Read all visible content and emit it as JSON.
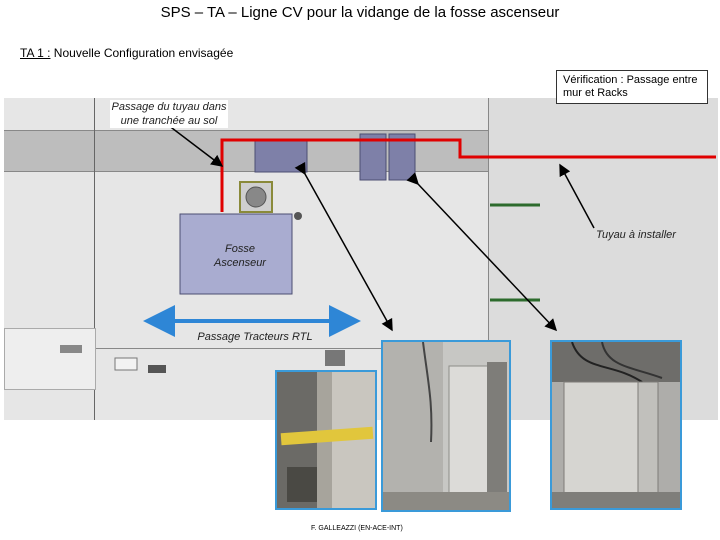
{
  "slide": {
    "title": "SPS – TA – Ligne CV pour la vidange de la fosse ascenseur",
    "subtitle_prefix": "TA 1 :",
    "subtitle_rest": " Nouvelle Configuration envisagée",
    "footer": "F. GALLEAZZI (EN-ACE-INT)"
  },
  "labels": {
    "passage_tuyau": "Passage du tuyau dans une tranchée au sol",
    "verification": "Vérification : Passage entre mur et Racks",
    "tuyau_installer": "Tuyau à installer",
    "fosse": "Fosse Ascenseur",
    "passage_tracteurs": "Passage Tracteurs RTL"
  },
  "colors": {
    "pipe": "#e00000",
    "tracteur_arrow": "#2e86d6",
    "photo_border": "#3a9ad9",
    "rack": "#7e80a8",
    "fosse": "#a9acd0",
    "green_line": "#2d6b2d"
  }
}
